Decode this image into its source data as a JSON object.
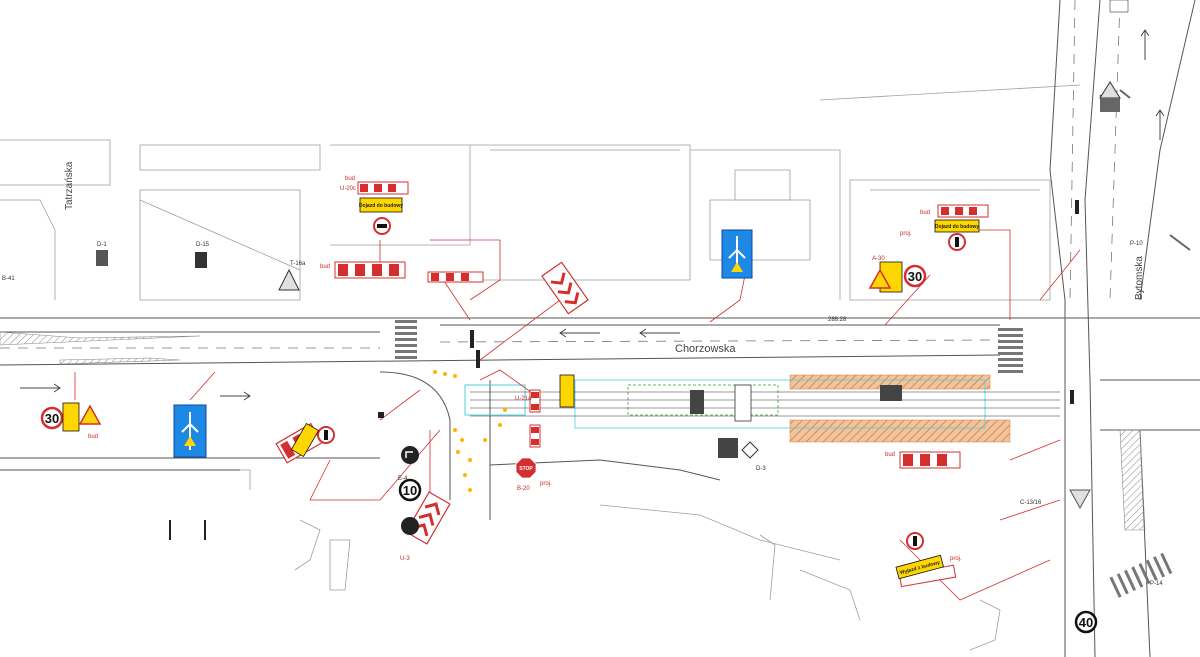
{
  "streets": {
    "chorzowska": "Chorzowska",
    "bytomska": "Bytomska",
    "tatrzanska": "Tatrzańska"
  },
  "speed_limits": [
    "30",
    "30",
    "10",
    "40"
  ],
  "sign_codes": [
    "B-41",
    "B-20",
    "A-30",
    "D-15",
    "D-1",
    "D-3",
    "C-13/16",
    "U-21a",
    "U-20c",
    "U-3",
    "P-10",
    "P-14",
    "T-16a",
    "E-4"
  ],
  "notes": {
    "bud": "bud",
    "proj": "proj.",
    "wyjazd": "Wyjazd z budowy",
    "dojazd": "Dojazd do budowy",
    "elevation": "288.28",
    "stop": "STOP"
  },
  "colors": {
    "work_zone": "#e8a06a",
    "annotation": "#d32f2f",
    "warning": "#ffd600",
    "info_blue": "#1e88e5",
    "lines": "#333333"
  }
}
